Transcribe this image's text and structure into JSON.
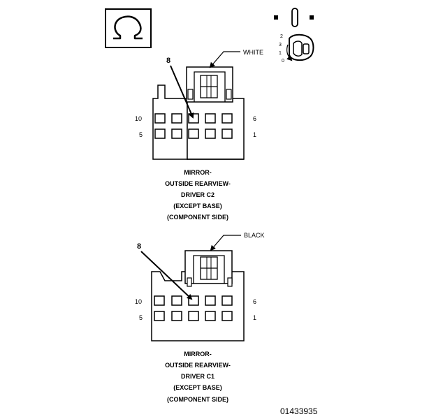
{
  "connector_c2": {
    "color_label": "WHITE",
    "callout_pin": "8",
    "pin_label_top_left": "10",
    "pin_label_top_right": "6",
    "pin_label_bottom_left": "5",
    "pin_label_bottom_right": "1",
    "caption_lines": [
      "MIRROR-",
      "OUTSIDE REARVIEW-",
      "DRIVER C2",
      "(EXCEPT BASE)",
      "(COMPONENT SIDE)"
    ]
  },
  "connector_c1": {
    "color_label": "BLACK",
    "callout_pin": "8",
    "pin_label_top_left": "10",
    "pin_label_top_right": "6",
    "pin_label_bottom_left": "5",
    "pin_label_bottom_right": "1",
    "caption_lines": [
      "MIRROR-",
      "OUTSIDE REARVIEW-",
      "DRIVER C1",
      "(EXCEPT BASE)",
      "(COMPONENT SIDE)"
    ]
  },
  "ignition_key": {
    "position_labels": [
      "2",
      "3",
      "1",
      "0"
    ]
  },
  "icons": {
    "top_left": "omega-symbol-icon",
    "top_right": "ignition-key-icon"
  },
  "figure_number": "01433935"
}
